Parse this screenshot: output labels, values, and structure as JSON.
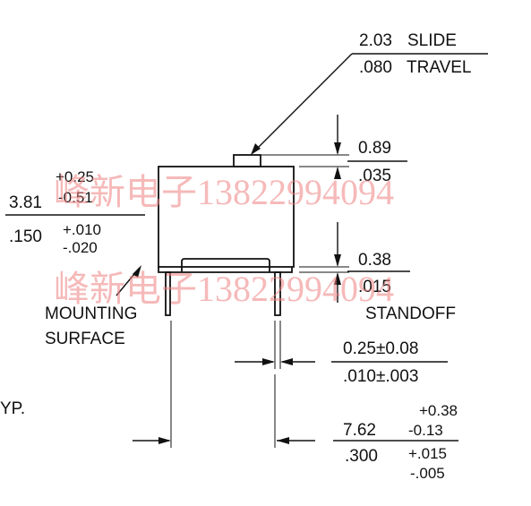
{
  "slide_travel": {
    "metric": "2.03",
    "metric_label": "SLIDE",
    "imperial": ".080",
    "imperial_label": "TRAVEL"
  },
  "actuator_height": {
    "metric": "0.89",
    "imperial": ".035"
  },
  "body_height": {
    "metric": "3.81",
    "metric_tol_plus": "+0.25",
    "metric_tol_minus": "-0.51",
    "imperial": ".150",
    "imperial_tol_plus": "+.010",
    "imperial_tol_minus": "-.020"
  },
  "standoff": {
    "metric": "0.38",
    "imperial": ".015",
    "label": "STANDOFF"
  },
  "mounting_surface": {
    "line1": "MOUNTING",
    "line2": "SURFACE"
  },
  "lead_width": {
    "metric": "0.25±0.08",
    "imperial": ".010±.003"
  },
  "lead_spacing": {
    "metric": "7.62",
    "metric_tol_plus": "+0.38",
    "metric_tol_minus": "-0.13",
    "imperial": ".300",
    "imperial_tol_plus": "+.015",
    "imperial_tol_minus": "-.005"
  },
  "typ_fragment": "YP.",
  "watermark": {
    "text": "峰新电子13822994094",
    "color": "#f08080"
  }
}
